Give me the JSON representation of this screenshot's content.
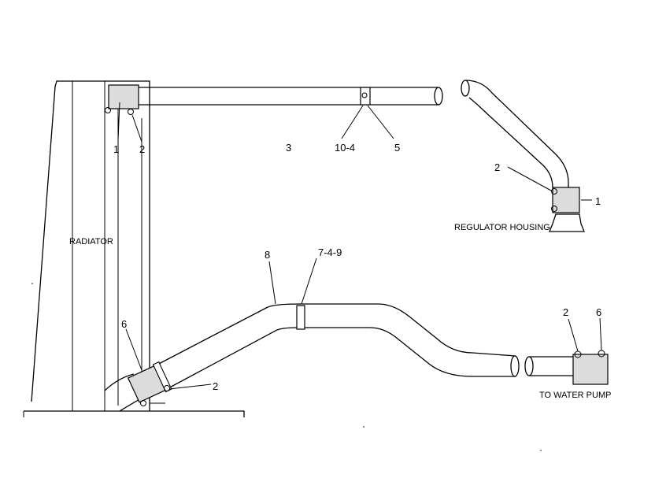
{
  "labels": {
    "radiator": "RADIATOR",
    "regulator_housing": "REGULATOR HOUSING",
    "to_water_pump": "TO WATER PUMP"
  },
  "callouts": {
    "top_left_clamp": "1",
    "top_left_screw": "2",
    "upper_hose": "3",
    "upper_joint_a": "10-4",
    "upper_joint_b": "5",
    "reg_screw": "2",
    "reg_clamp": "1",
    "lower_hose": "8",
    "lower_joint": "7-4-9",
    "lower_left_clamp": "6",
    "lower_left_screw": "2",
    "pump_screw": "2",
    "pump_clamp": "6"
  }
}
